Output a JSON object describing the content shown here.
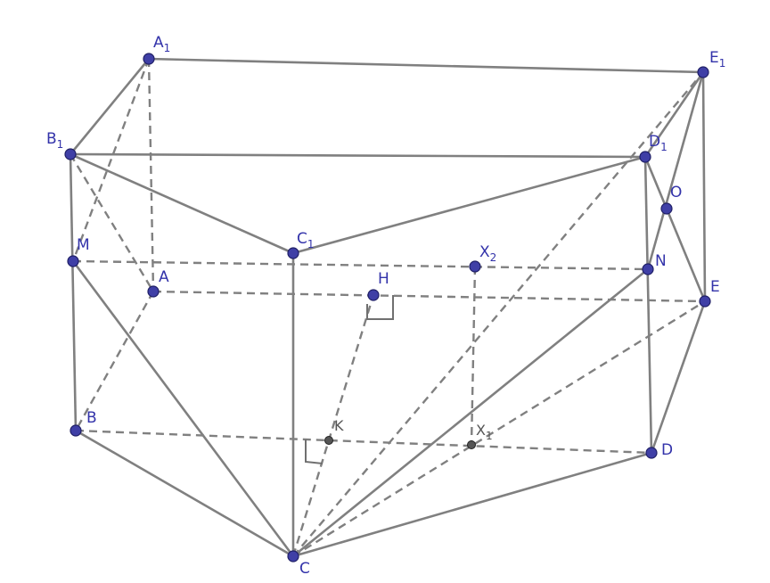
{
  "points": {
    "A1": {
      "base": "A",
      "sub": "1"
    },
    "E1": {
      "base": "E",
      "sub": "1"
    },
    "B1": {
      "base": "B",
      "sub": "1"
    },
    "D1": {
      "base": "D",
      "sub": "1"
    },
    "O": {
      "base": "O",
      "sub": ""
    },
    "M": {
      "base": "M",
      "sub": ""
    },
    "C1": {
      "base": "C",
      "sub": "1"
    },
    "X2": {
      "base": "X",
      "sub": "2"
    },
    "N": {
      "base": "N",
      "sub": ""
    },
    "A": {
      "base": "A",
      "sub": ""
    },
    "H": {
      "base": "H",
      "sub": ""
    },
    "E": {
      "base": "E",
      "sub": ""
    },
    "B": {
      "base": "B",
      "sub": ""
    },
    "K": {
      "base": "K",
      "sub": ""
    },
    "X1": {
      "base": "X",
      "sub": "1"
    },
    "D": {
      "base": "D",
      "sub": ""
    },
    "C": {
      "base": "C",
      "sub": ""
    }
  },
  "colors": {
    "point_fill": "#3f3fa6",
    "edge": "#808080",
    "label": "#3333aa",
    "aux_point": "#555555"
  }
}
